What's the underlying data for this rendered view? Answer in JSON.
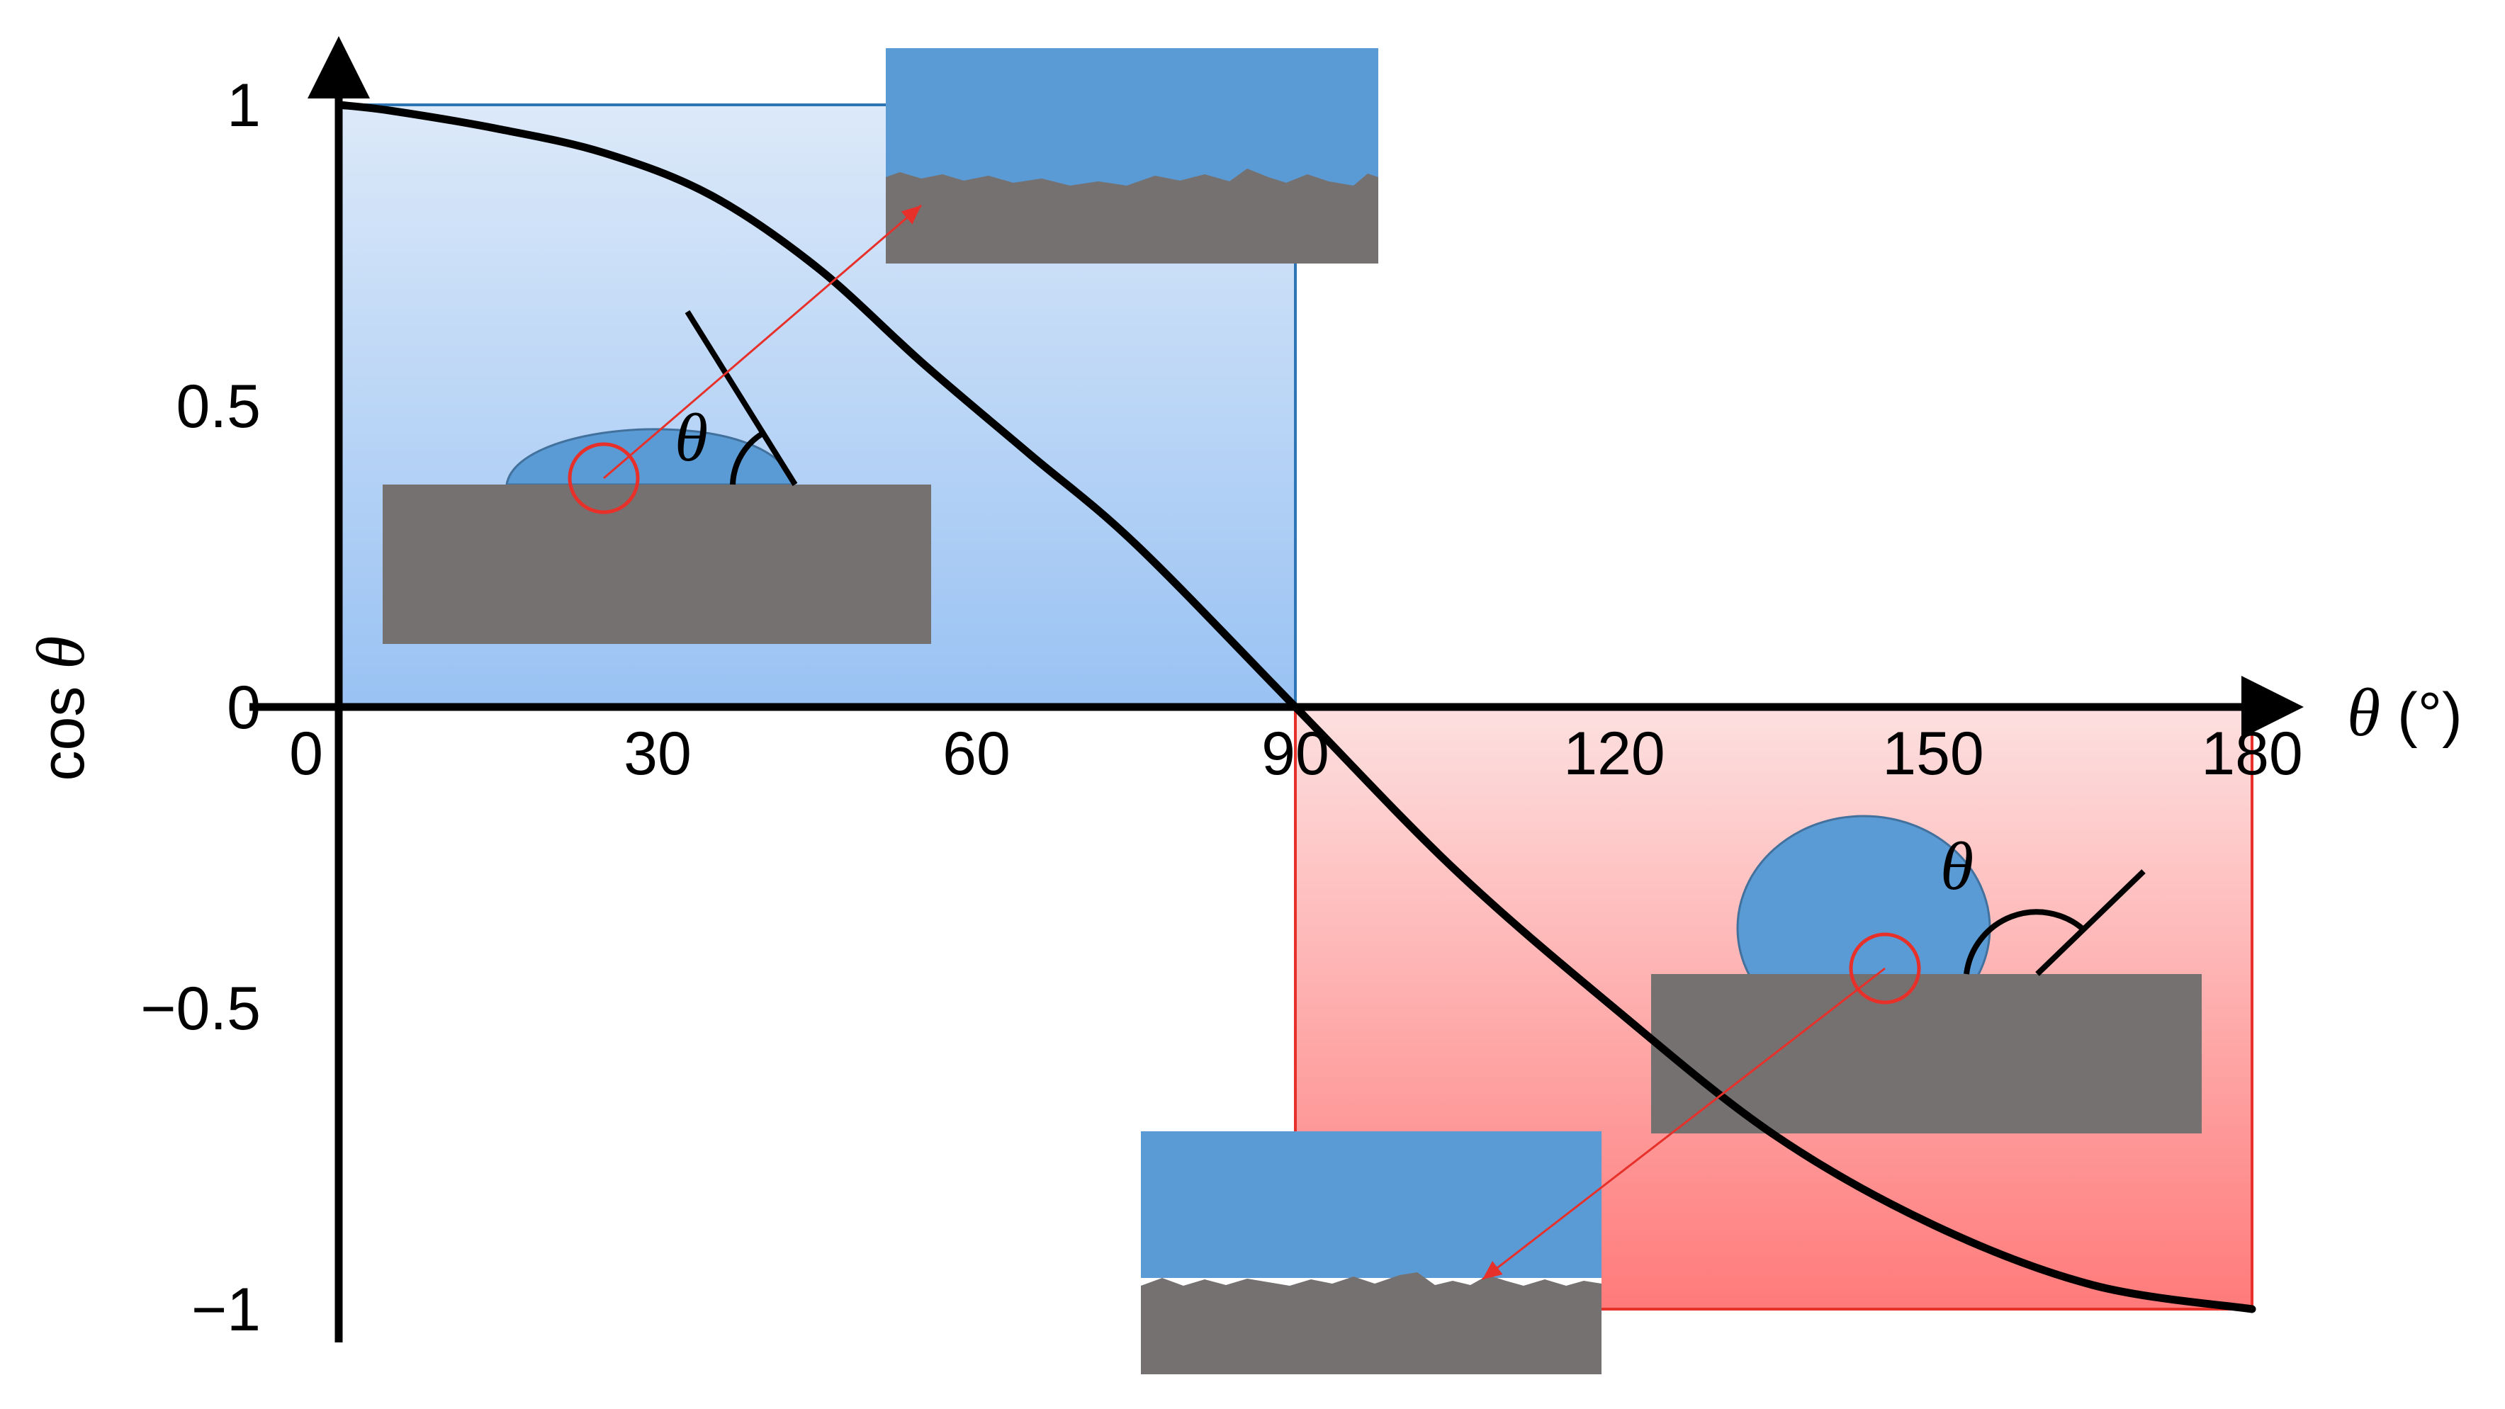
{
  "chart_data": {
    "type": "line",
    "xlabel": "θ (°)",
    "ylabel": "cos θ",
    "x_label_parts": {
      "symbol": "θ",
      "unit": " (°)"
    },
    "y_label_parts": {
      "prefix": "cos ",
      "symbol": "θ"
    },
    "x_ticks": [
      "0",
      "30",
      "60",
      "90",
      "120",
      "150",
      "180"
    ],
    "y_ticks": [
      "1",
      "0.5",
      "0",
      "−0.5",
      "−1"
    ],
    "xlim": [
      0,
      180
    ],
    "ylim": [
      -1,
      1
    ],
    "grid": false,
    "series": [
      {
        "x": [
          0,
          5,
          15,
          25,
          35,
          45,
          55,
          65,
          75,
          90,
          105,
          120,
          135,
          150,
          165,
          180
        ],
        "values": [
          1.0,
          0.99,
          0.96,
          0.92,
          0.85,
          0.73,
          0.57,
          0.42,
          0.27,
          0.0,
          -0.27,
          -0.5,
          -0.71,
          -0.86,
          -0.96,
          -1.0
        ],
        "color": "#000000"
      }
    ],
    "regions": [
      {
        "x_range": [
          0,
          90
        ],
        "y_range": [
          0,
          1
        ],
        "color": "#4f8fe6"
      },
      {
        "x_range": [
          90,
          180
        ],
        "y_range": [
          -1,
          0
        ],
        "color": "#ff7070"
      }
    ],
    "annotations": [
      {
        "kind": "contact-angle-inset",
        "text": "θ",
        "region": "hydrophilic"
      },
      {
        "kind": "contact-angle-inset",
        "text": "θ",
        "region": "hydrophobic"
      }
    ]
  },
  "colors": {
    "water": "#5b9bd5",
    "solid": "#757171",
    "curve": "#000000",
    "arrow": "#e8302a",
    "blue_top": "#dce9f9",
    "blue_bottom": "#99c2f3",
    "red_top": "#fde0e0",
    "red_bottom": "#ff7a7a"
  }
}
